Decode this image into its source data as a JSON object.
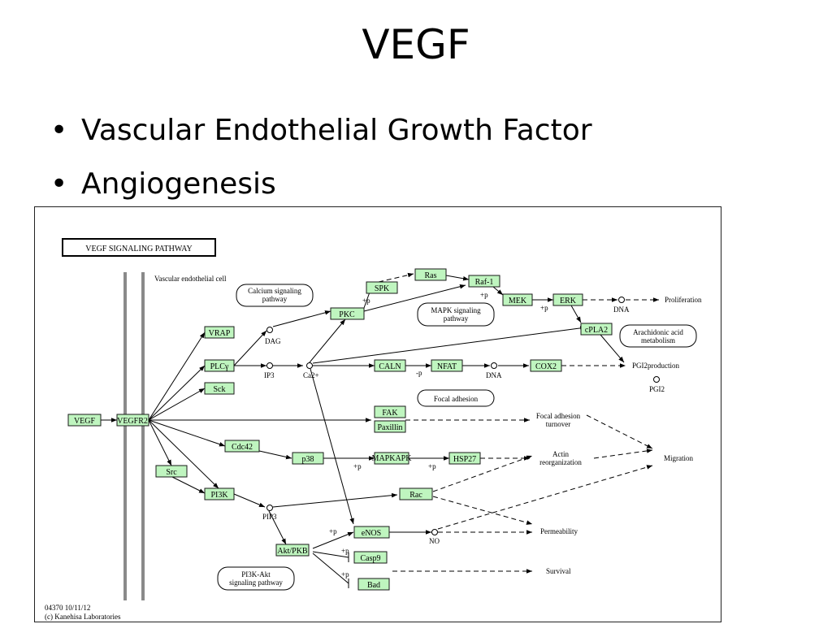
{
  "slide": {
    "title": "VEGF",
    "bullets": [
      "Vascular Endothelial Growth Factor",
      "Angiogenesis"
    ]
  },
  "diagram": {
    "header": "VEGF  SIGNALING  PATHWAY",
    "cell_label": "Vascular endothelial cell",
    "footer": [
      "04370 10/11/12",
      "(c) Kanehisa Laboratories"
    ],
    "genes": {
      "vegf": "VEGF",
      "vegfr2": "VEGFR2",
      "vrap": "VRAP",
      "plcg": "PLCγ",
      "sck": "Sck",
      "cdc42": "Cdc42",
      "src": "Src",
      "pi3k": "PI3K",
      "pkc": "PKC",
      "spk": "SPK",
      "ras": "Ras",
      "raf1": "Raf-1",
      "mek": "MEK",
      "erk": "ERK",
      "cpla2": "cPLA2",
      "caln": "CALN",
      "nfat": "NFAT",
      "cox2": "COX2",
      "fak": "FAK",
      "paxillin": "Paxillin",
      "p38": "p38",
      "mapkapk": "MAPKAPK",
      "hsp27": "HSP27",
      "rac": "Rac",
      "aktpkb": "Akt/PKB",
      "enos": "eNOS",
      "casp9": "Casp9",
      "bad": "Bad"
    },
    "pathway_links": {
      "calcium": [
        "Calcium signaling",
        "pathway"
      ],
      "mapk": [
        "MAPK signaling",
        "pathway"
      ],
      "arachidonic": [
        "Arachidonic acid",
        "metabolism"
      ],
      "focal": [
        "Focal adhesion"
      ],
      "pi3k_akt": [
        "PI3K-Akt",
        "signaling pathway"
      ]
    },
    "compounds": {
      "dag": "DAG",
      "ip3": "IP3",
      "ca": "Ca2+",
      "pip3": "PIP3",
      "no": "NO",
      "dna1": "DNA",
      "dna2": "DNA",
      "pgi2": "PGI2"
    },
    "outcomes": {
      "proliferation": "Proliferation",
      "pgi2_production": "PGI2production",
      "focal_turnover": [
        "Focal adhesion",
        "turnover"
      ],
      "actin": [
        "Actin",
        "reorganization"
      ],
      "migration": "Migration",
      "permeability": "Permeability",
      "survival": "Survival"
    },
    "modifiers": {
      "p_pkc": "+p",
      "p_raf": "+p",
      "p_mek": "+p",
      "p_nfat": "-p",
      "p_p38": "+p",
      "p_hsp27": "+p",
      "p_enos": "+p",
      "p_casp9": "+p",
      "p_bad": "+p"
    }
  }
}
